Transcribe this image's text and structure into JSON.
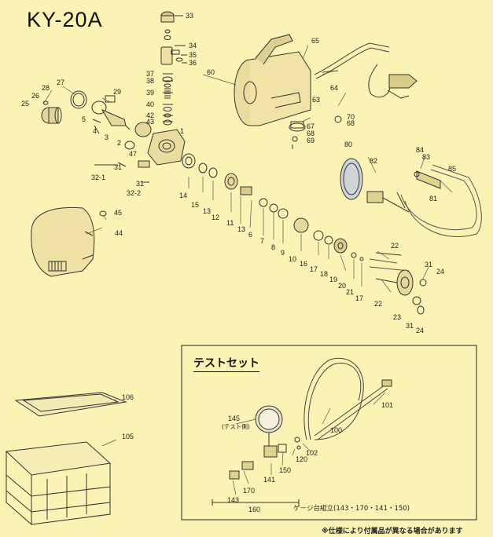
{
  "title": "KY-20A",
  "test_set": {
    "title": "テストセット",
    "gauge_side_note": "(テスト側)",
    "gauge_assembly_note": "ゲ－ジ台組立(143・170・141・150)"
  },
  "footnote": "※仕様により付属品が異なる場合があります",
  "part_labels": {
    "p33": "33",
    "p34": "34",
    "p35": "35",
    "p36": "36",
    "p37": "37",
    "p38": "38",
    "p39": "39",
    "p40": "40",
    "p42": "42",
    "p43": "43",
    "p1": "1",
    "p47": "47",
    "p31a": "31",
    "p32_1": "32-1",
    "p31b": "31",
    "p32_2": "32-2",
    "p25": "25",
    "p26": "26",
    "p28": "28",
    "p27": "27",
    "p29": "29",
    "p5": "5",
    "p4": "4",
    "p3": "3",
    "p2": "2",
    "p60": "60",
    "p65": "65",
    "p64": "64",
    "p63": "63",
    "p70": "70",
    "p68a": "68",
    "p67": "67",
    "p68b": "68",
    "p69": "69",
    "p14": "14",
    "p15": "15",
    "p13a": "13",
    "p12": "12",
    "p11": "11",
    "p13b": "13",
    "p6": "6",
    "p7": "7",
    "p8": "8",
    "p9": "9",
    "p10": "10",
    "p16": "16",
    "p17a": "17",
    "p18": "18",
    "p19": "19",
    "p20": "20",
    "p21": "21",
    "p17b": "17",
    "p80": "80",
    "p82": "82",
    "p84": "84",
    "p83": "83",
    "p85": "85",
    "p81": "81",
    "p22a": "22",
    "p31c": "31",
    "p24a": "24",
    "p22b": "22",
    "p23": "23",
    "p31d": "31",
    "p24b": "24",
    "p45": "45",
    "p44": "44",
    "p106": "106",
    "p105": "105",
    "p145": "145",
    "p101": "101",
    "p100": "100",
    "p102": "102",
    "p120": "120",
    "p150": "150",
    "p141": "141",
    "p170": "170",
    "p143": "143",
    "p160": "160"
  }
}
